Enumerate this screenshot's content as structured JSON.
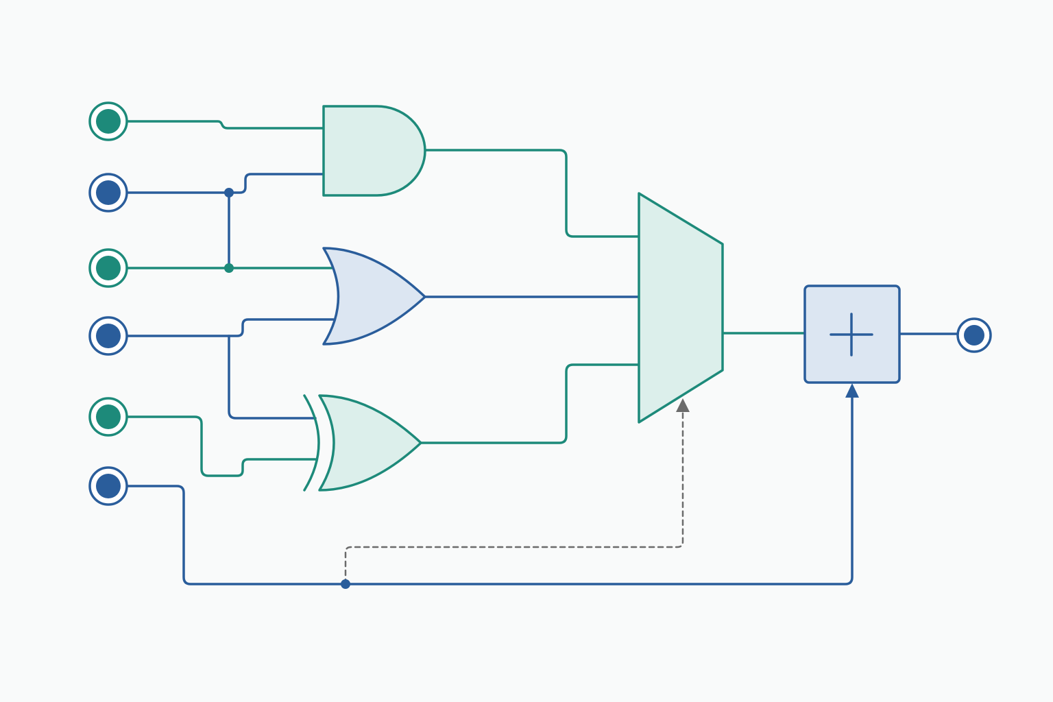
{
  "colors": {
    "background": "#f9fafa",
    "teal": "#1d8a7a",
    "blue": "#2a5d9b",
    "teal_fill": "#dcefeb",
    "blue_fill": "#dce6f2",
    "control_dashed": "#6b6b6b"
  },
  "inputs": [
    {
      "name": "input-1",
      "color": "teal"
    },
    {
      "name": "input-2",
      "color": "blue"
    },
    {
      "name": "input-3",
      "color": "teal"
    },
    {
      "name": "input-4",
      "color": "blue"
    },
    {
      "name": "input-5",
      "color": "teal"
    },
    {
      "name": "input-6",
      "color": "blue"
    }
  ],
  "gates": [
    {
      "name": "and-gate",
      "type": "AND"
    },
    {
      "name": "or-gate",
      "type": "OR"
    },
    {
      "name": "xor-gate",
      "type": "XOR"
    }
  ],
  "blocks": {
    "mux": {
      "type": "MUX",
      "inputs": 3
    },
    "adder": {
      "type": "ADDER",
      "symbol": "+"
    }
  },
  "output": {
    "name": "output-terminal",
    "color": "blue"
  },
  "icons": [
    "input-terminal-icon",
    "and-gate-icon",
    "or-gate-icon",
    "xor-gate-icon",
    "mux-icon",
    "plus-icon",
    "output-terminal-icon",
    "junction-dot-icon",
    "arrow-up-icon"
  ]
}
